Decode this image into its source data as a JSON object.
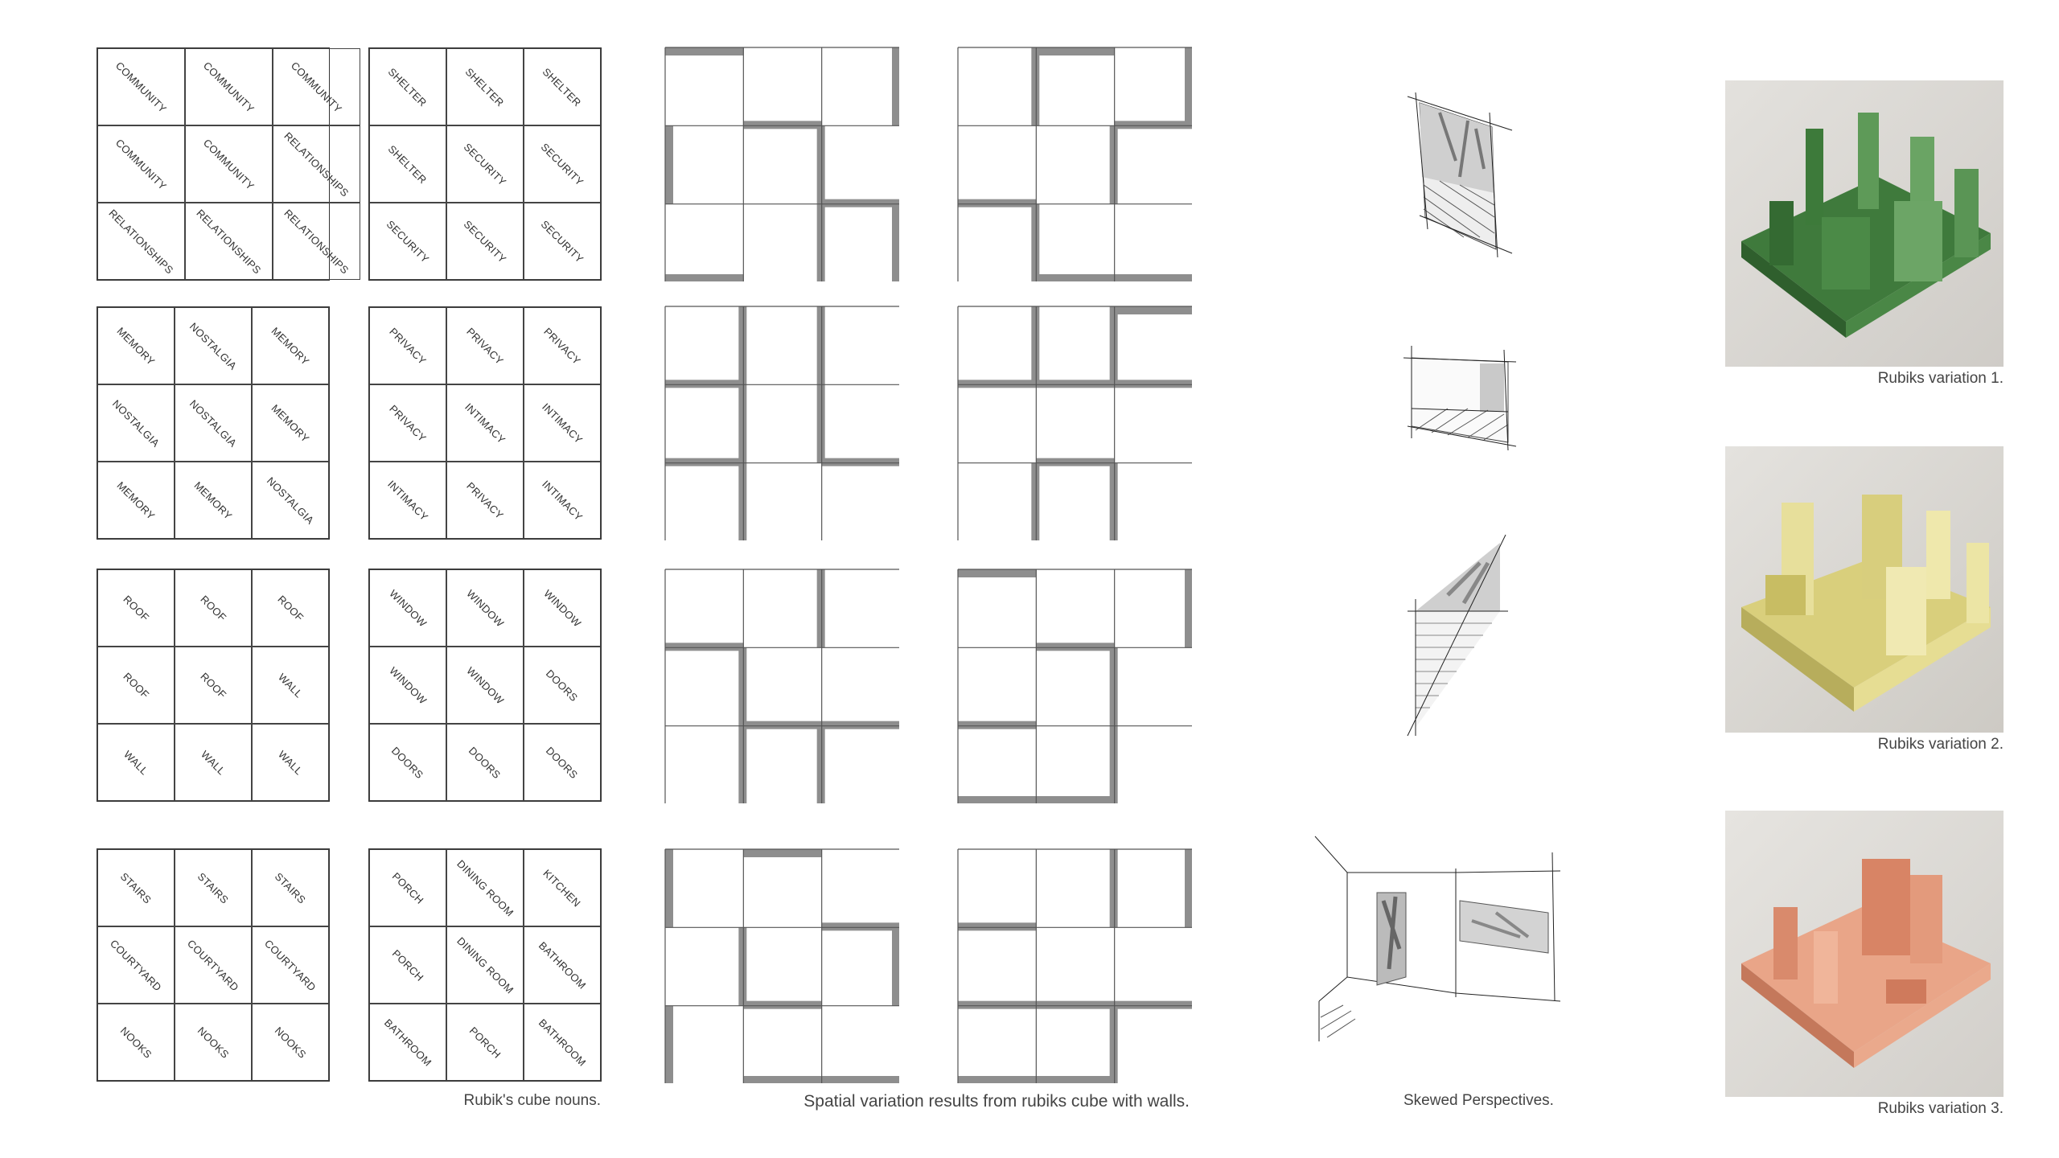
{
  "noun_grids": [
    [
      [
        "COMMUNITY",
        "COMMUNITY",
        "COMMUNITY"
      ],
      [
        "COMMUNITY",
        "COMMUNITY",
        "RELATIONSHIPS"
      ],
      [
        "RELATIONSHIPS",
        "RELATIONSHIPS",
        "RELATIONSHIPS"
      ]
    ],
    [
      [
        "SHELTER",
        "SHELTER",
        "SHELTER"
      ],
      [
        "SHELTER",
        "SECURITY",
        "SECURITY"
      ],
      [
        "SECURITY",
        "SECURITY",
        "SECURITY"
      ]
    ],
    [
      [
        "MEMORY",
        "NOSTALGIA",
        "MEMORY"
      ],
      [
        "NOSTALGIA",
        "NOSTALGIA",
        "MEMORY"
      ],
      [
        "MEMORY",
        "MEMORY",
        "NOSTALGIA"
      ]
    ],
    [
      [
        "PRIVACY",
        "PRIVACY",
        "PRIVACY"
      ],
      [
        "PRIVACY",
        "INTIMACY",
        "INTIMACY"
      ],
      [
        "INTIMACY",
        "PRIVACY",
        "INTIMACY"
      ]
    ],
    [
      [
        "ROOF",
        "ROOF",
        "ROOF"
      ],
      [
        "ROOF",
        "ROOF",
        "WALL"
      ],
      [
        "WALL",
        "WALL",
        "WALL"
      ]
    ],
    [
      [
        "WINDOW",
        "WINDOW",
        "WINDOW"
      ],
      [
        "WINDOW",
        "WINDOW",
        "DOORS"
      ],
      [
        "DOORS",
        "DOORS",
        "DOORS"
      ]
    ],
    [
      [
        "STAIRS",
        "STAIRS",
        "STAIRS"
      ],
      [
        "COURTYARD",
        "COURTYARD",
        "COURTYARD"
      ],
      [
        "NOOKS",
        "NOOKS",
        "NOOKS"
      ]
    ],
    [
      [
        "PORCH",
        "DINING ROOM",
        "KITCHEN"
      ],
      [
        "PORCH",
        "DINING ROOM",
        "BATHROOM"
      ],
      [
        "BATHROOM",
        "PORCH",
        "BATHROOM"
      ]
    ]
  ],
  "captions": {
    "nouns": "Rubik's cube nouns.",
    "spatial": "Spatial variation results from rubiks cube with walls.",
    "skewed": "Skewed Perspectives.",
    "variation1": "Rubiks variation 1.",
    "variation2": "Rubiks variation 2.",
    "variation3": "Rubiks variation 3."
  },
  "colors": {
    "wall": "#8e8e8e",
    "grid": "#444444",
    "green_model": "#4f8a4a",
    "yellow_model": "#e3d98a",
    "salmon_model": "#e0987a",
    "photo_bg": "#d9d7d3"
  }
}
